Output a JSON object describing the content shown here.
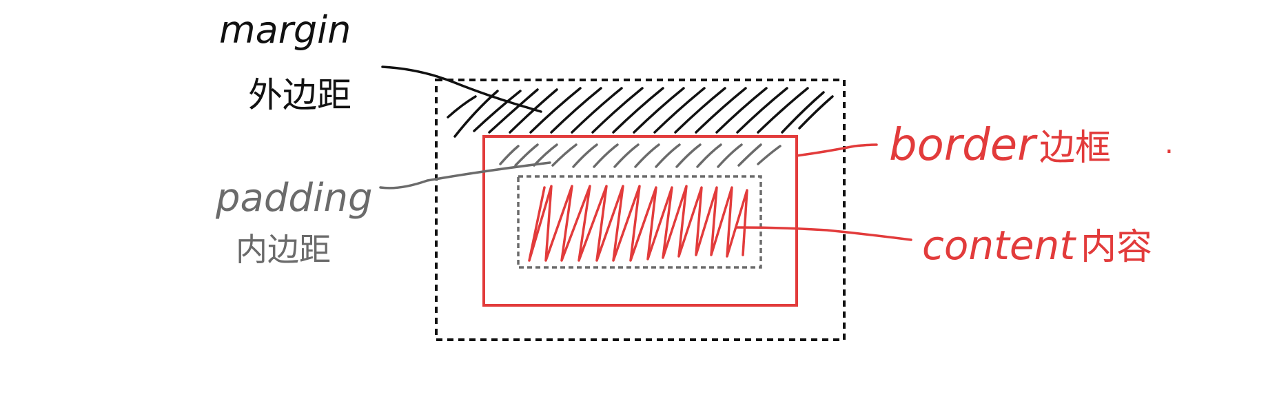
{
  "labels": {
    "margin": {
      "en": "margin",
      "zh": "外边距"
    },
    "padding": {
      "en": "padding",
      "zh": "内边距"
    },
    "border": {
      "en": "border",
      "zh": "边框",
      "suffix": "."
    },
    "content": {
      "en": "content",
      "zh": "内容"
    }
  },
  "colors": {
    "margin": "#111111",
    "padding": "#6b6b6b",
    "border": "#e23b3b",
    "content": "#e23b3b",
    "background": "#ffffff"
  }
}
